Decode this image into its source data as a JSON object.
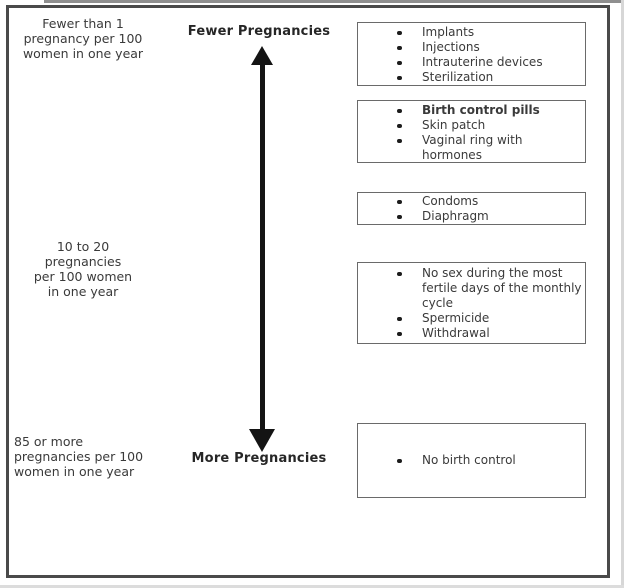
{
  "colors": {
    "frame-border": "#4a4a4a",
    "box-border": "#6a6a6a",
    "text": "#3a3a3a",
    "heading": "#262626",
    "arrow": "#141414",
    "bullet": "#1c1c1c"
  },
  "arrow_scale": {
    "top_label": "Fewer Pregnancies",
    "bottom_label": "More Pregnancies"
  },
  "rate_labels": {
    "top": {
      "lines": [
        "Fewer than 1",
        "pregnancy per 100",
        "women in one year"
      ]
    },
    "middle": {
      "lines": [
        "10 to 20",
        "pregnancies",
        "per 100 women",
        "in one year"
      ]
    },
    "bottom": {
      "lines": [
        "85 or more",
        "pregnancies per 100",
        "women in one year"
      ]
    }
  },
  "method_boxes": [
    {
      "items": [
        {
          "text": "Implants",
          "bold": false
        },
        {
          "text": "Injections",
          "bold": false
        },
        {
          "text": "Intrauterine devices",
          "bold": false
        },
        {
          "text": "Sterilization",
          "bold": false
        }
      ]
    },
    {
      "items": [
        {
          "text": "Birth control pills",
          "bold": true
        },
        {
          "text": "Skin patch",
          "bold": false
        },
        {
          "text": "Vaginal ring with hormones",
          "bold": false
        }
      ]
    },
    {
      "items": [
        {
          "text": "Condoms",
          "bold": false
        },
        {
          "text": "Diaphragm",
          "bold": false
        }
      ]
    },
    {
      "items": [
        {
          "text": "No sex during the most fertile days of the monthly cycle",
          "bold": false
        },
        {
          "text": "Spermicide",
          "bold": false
        },
        {
          "text": "Withdrawal",
          "bold": false
        }
      ]
    },
    {
      "items": [
        {
          "text": "No birth control",
          "bold": false
        }
      ]
    }
  ]
}
